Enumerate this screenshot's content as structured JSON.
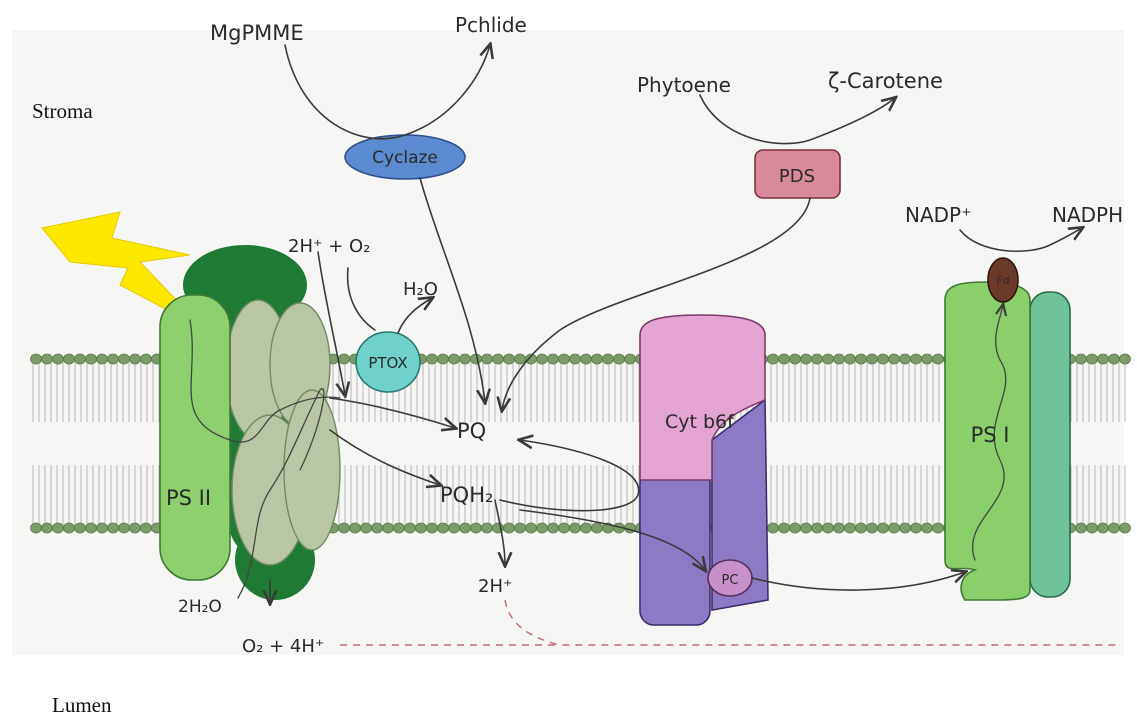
{
  "regions": {
    "stroma": "Stroma",
    "lumen": "Lumen"
  },
  "enzymes": {
    "cyclase": "Cyclaze",
    "pds": "PDS",
    "ptox": "PTOX",
    "cyt_b6f": "Cyt b6f",
    "pc": "PC",
    "fd": "Fd"
  },
  "complexes": {
    "psii": "PS II",
    "psi": "PS I"
  },
  "metabolites": {
    "mgpmme": "MgPMME",
    "pchlide": "Pchlide",
    "phytoene": "Phytoene",
    "carotene": "ζ-Carotene",
    "nadp": "NADP⁺",
    "nadph": "NADPH",
    "h_o2": "2H⁺ + O₂",
    "h2o_ptox": "H₂O",
    "pq": "PQ",
    "pqh2": "PQH₂",
    "h_lumen": "2H⁺",
    "h2o_psii": "2H₂O",
    "o2_4h": "O₂ + 4H⁺"
  },
  "colors": {
    "membrane_head": "#7c9a6a",
    "psii_dark": "#1f7a34",
    "psii_light": "#b9c6a6",
    "psii_front": "#8ecf6e",
    "psi_green": "#8ad06a",
    "psi_teal": "#6fc39a",
    "cyt_pink": "#e3a4d2",
    "cyt_purple": "#8c7ac6",
    "cyclase": "#5b8bd0",
    "pds": "#d88a9a",
    "ptox": "#6fd1c9",
    "pc": "#c890c8",
    "fd": "#6b3a2a",
    "lightning": "#ffe800"
  }
}
